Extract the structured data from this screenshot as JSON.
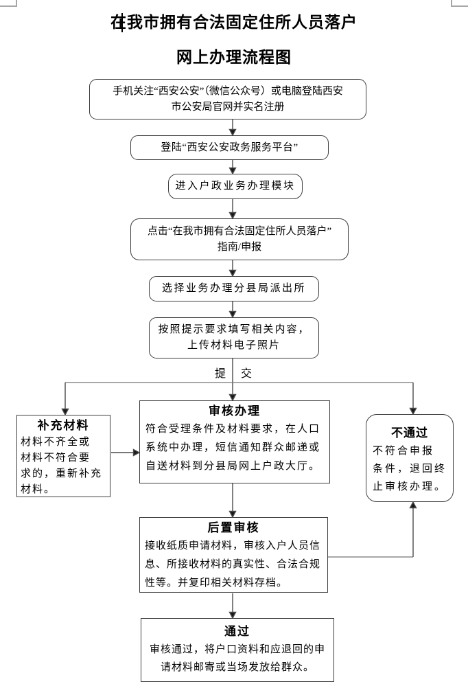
{
  "page": {
    "title_line1": "在我市拥有合法固定住所人员落户",
    "title_line2": "网上办理流程图"
  },
  "steps": [
    {
      "text": "手机关注“西安公安”（微信公众号）或电脑登陆西安\n市公安局官网并实名注册"
    },
    {
      "text": "登陆“西安公安政务服务平台”"
    },
    {
      "text": "进入户政业务办理模块"
    },
    {
      "text": "点击“在我市拥有合法固定住所人员落户”\n指南/申报"
    },
    {
      "text": "选择业务办理分县局派出所"
    },
    {
      "text": "按照提示要求填写相关内容，\n上传材料电子照片"
    }
  ],
  "submit": {
    "left": "提",
    "right": "交"
  },
  "branches": {
    "supplement": {
      "title": "补充材料",
      "body": "材料不齐全或\n材料不符合要\n求的，重新补充\n材料。"
    },
    "review": {
      "title": "审核办理",
      "body": "符合受理条件及材料要求，在人口\n系统中办理，短信通知群众邮递或\n自送材料到分县局网上户政大厅。"
    },
    "reject": {
      "title": "不通过",
      "body": "不符合申报\n条件，退回终\n止审核办理。"
    },
    "post_review": {
      "title": "后置审核",
      "body": "接收纸质申请材料，审核入户人员信\n息、所接收材料的真实性、合法合规\n性等。并复印相关材料存档。"
    },
    "pass": {
      "title": "通过",
      "body": "审核通过，将户口资料和应退回的申\n请材料邮寄或当场发放给群众。"
    }
  },
  "colors": {
    "line_dark": "#4a4a4a",
    "line_gray": "#8c8c8c",
    "border": "#3d3d3d",
    "text": "#000000",
    "background": "#ffffff"
  }
}
